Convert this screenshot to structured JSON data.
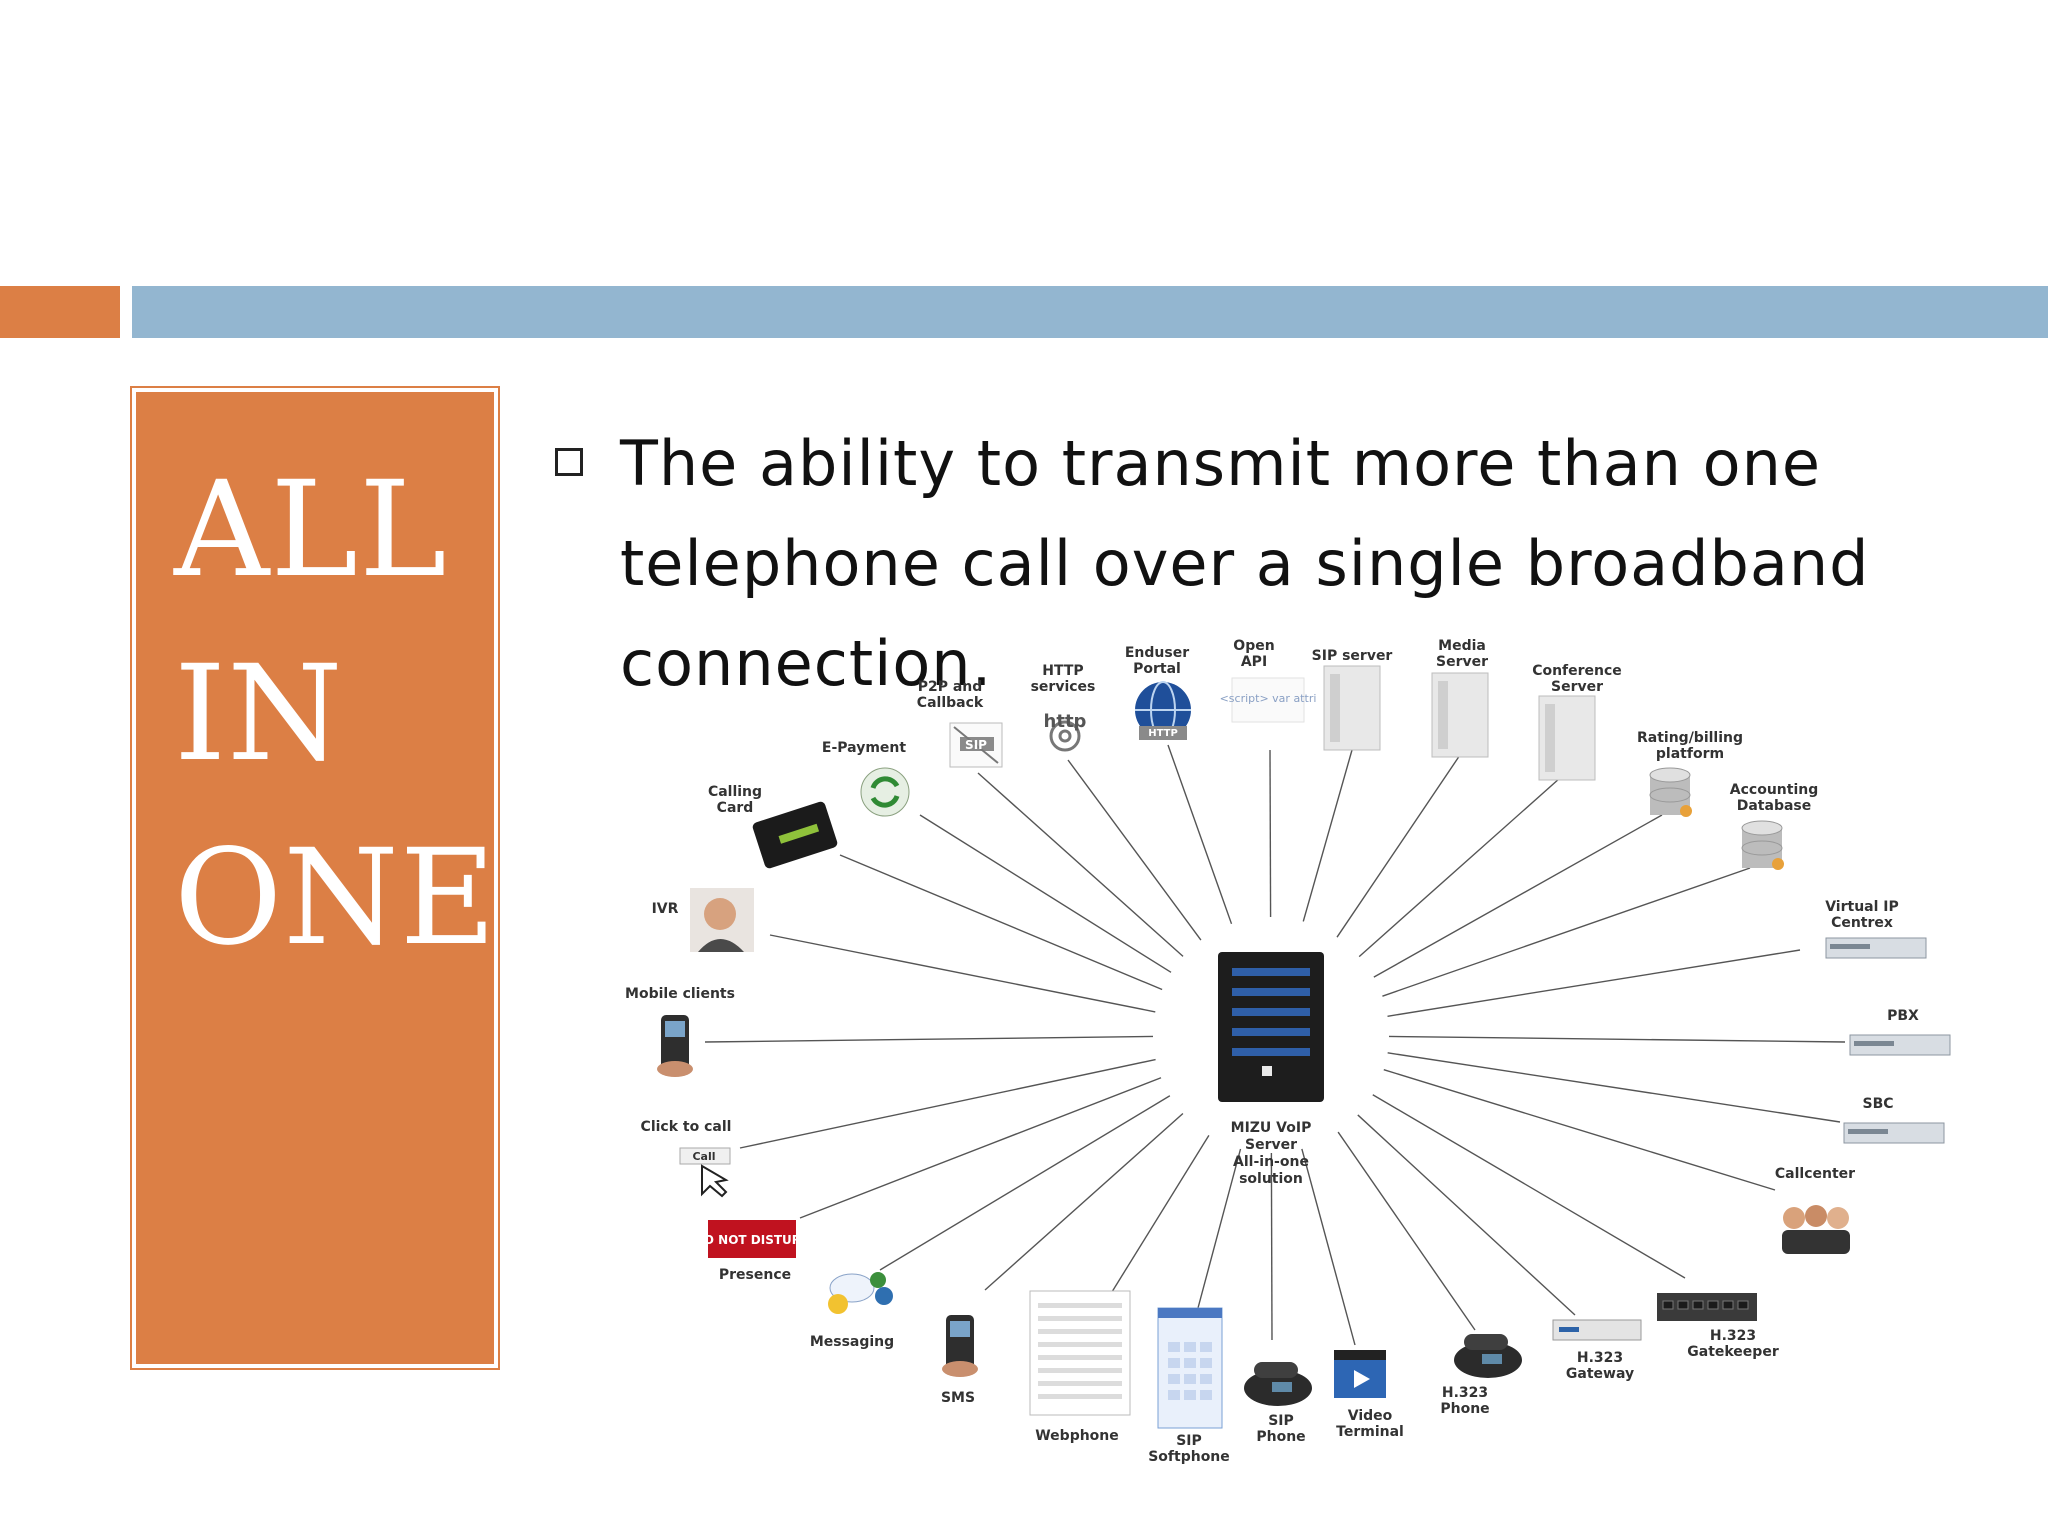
{
  "colors": {
    "accent_orange": "#dc7f45",
    "band_blue": "#93b6d0"
  },
  "title": [
    "ALL",
    "IN",
    "ONE"
  ],
  "bullet": {
    "icon": "square-bullet-icon",
    "text": "The ability to transmit more than one telephone call over a single broadband connection."
  },
  "diagram": {
    "center": {
      "label": [
        "MIZU VoIP",
        "Server",
        "All-in-one",
        "solution"
      ]
    },
    "nodes": [
      {
        "id": "p2p",
        "label": [
          "P2P and",
          "Callback"
        ],
        "icon": "sip-callback-icon",
        "decor": "SIP"
      },
      {
        "id": "http",
        "label": [
          "HTTP",
          "services"
        ],
        "icon": "http-icon",
        "decor": "http"
      },
      {
        "id": "portal",
        "label": [
          "Enduser",
          "Portal"
        ],
        "icon": "globe-icon",
        "decor": "HTTP"
      },
      {
        "id": "api",
        "label": [
          "Open",
          "API"
        ],
        "icon": "script-icon",
        "decor": "<script> var attri"
      },
      {
        "id": "sip-server",
        "label": [
          "SIP server"
        ],
        "icon": "server-tower-icon"
      },
      {
        "id": "media",
        "label": [
          "Media",
          "Server"
        ],
        "icon": "server-tower-icon"
      },
      {
        "id": "conf",
        "label": [
          "Conference",
          "Server"
        ],
        "icon": "server-tower-icon"
      },
      {
        "id": "rating",
        "label": [
          "Rating/billing",
          "platform"
        ],
        "icon": "database-icon"
      },
      {
        "id": "accounting",
        "label": [
          "Accounting",
          "Database"
        ],
        "icon": "database-icon"
      },
      {
        "id": "centrex",
        "label": [
          "Virtual IP",
          "Centrex"
        ],
        "icon": "rack-server-icon"
      },
      {
        "id": "pbx",
        "label": [
          "PBX"
        ],
        "icon": "rack-server-icon"
      },
      {
        "id": "sbc",
        "label": [
          "SBC"
        ],
        "icon": "rack-server-icon"
      },
      {
        "id": "callcenter",
        "label": [
          "Callcenter"
        ],
        "icon": "agents-icon"
      },
      {
        "id": "gatekeeper",
        "label": [
          "H.323",
          "Gatekeeper"
        ],
        "icon": "switch-icon"
      },
      {
        "id": "gateway",
        "label": [
          "H.323",
          "Gateway"
        ],
        "icon": "gateway-icon"
      },
      {
        "id": "h323phone",
        "label": [
          "H.323",
          "Phone"
        ],
        "icon": "desk-phone-icon"
      },
      {
        "id": "video",
        "label": [
          "Video",
          "Terminal"
        ],
        "icon": "video-icon"
      },
      {
        "id": "sipphone",
        "label": [
          "SIP",
          "Phone"
        ],
        "icon": "desk-phone-icon"
      },
      {
        "id": "softphone",
        "label": [
          "SIP",
          "Softphone"
        ],
        "icon": "softphone-icon"
      },
      {
        "id": "webphone",
        "label": [
          "Webphone"
        ],
        "icon": "webphone-icon"
      },
      {
        "id": "sms",
        "label": [
          "SMS"
        ],
        "icon": "mobile-phone-icon"
      },
      {
        "id": "messaging",
        "label": [
          "Messaging"
        ],
        "icon": "chat-icon"
      },
      {
        "id": "presence",
        "label": [
          "Presence"
        ],
        "icon": "do-not-disturb-icon",
        "decor": "DO NOT DISTURB"
      },
      {
        "id": "click",
        "label": [
          "Click to call"
        ],
        "icon": "cursor-icon",
        "decor": "Call"
      },
      {
        "id": "mobile",
        "label": [
          "Mobile clients"
        ],
        "icon": "mobile-phone-icon"
      },
      {
        "id": "ivr",
        "label": [
          "IVR"
        ],
        "icon": "headset-person-icon"
      },
      {
        "id": "calling-card",
        "label": [
          "Calling",
          "Card"
        ],
        "icon": "card-icon"
      },
      {
        "id": "epayment",
        "label": [
          "E-Payment"
        ],
        "icon": "refresh-icon"
      }
    ]
  }
}
